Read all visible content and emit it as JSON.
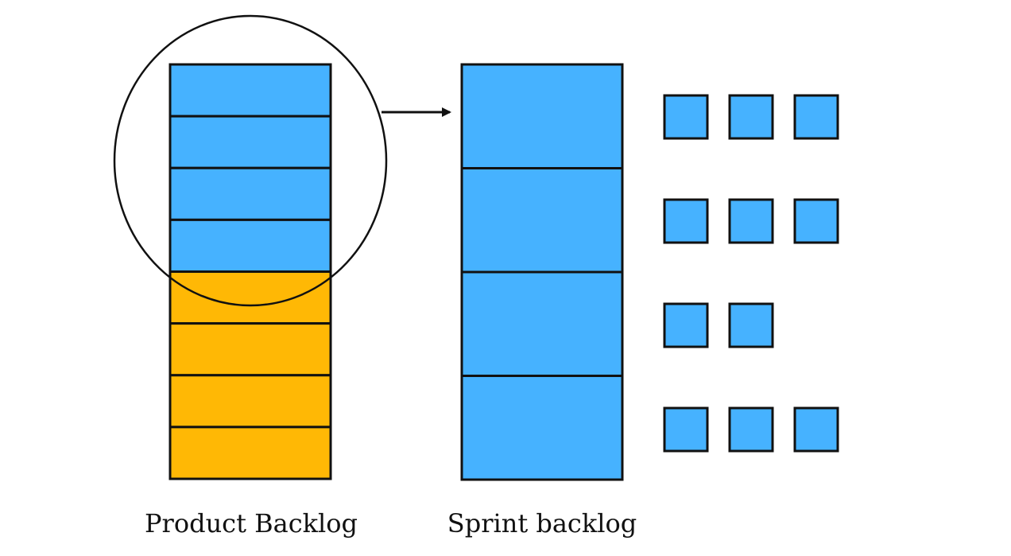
{
  "labels": {
    "product_backlog": "Product Backlog",
    "sprint_backlog": "Sprint backlog"
  },
  "product_backlog": {
    "items": [
      {
        "state": "selected"
      },
      {
        "state": "selected"
      },
      {
        "state": "selected"
      },
      {
        "state": "selected"
      },
      {
        "state": "remaining"
      },
      {
        "state": "remaining"
      },
      {
        "state": "remaining"
      },
      {
        "state": "remaining"
      }
    ],
    "selection_highlight": "circle"
  },
  "sprint_backlog": {
    "items": [
      {
        "task_count": 3
      },
      {
        "task_count": 3
      },
      {
        "task_count": 2
      },
      {
        "task_count": 3
      }
    ]
  },
  "colors": {
    "selected_fill": "#46B2FF",
    "remaining_fill": "#FFB805",
    "stroke": "#111111",
    "background": "#FFFFFF"
  }
}
